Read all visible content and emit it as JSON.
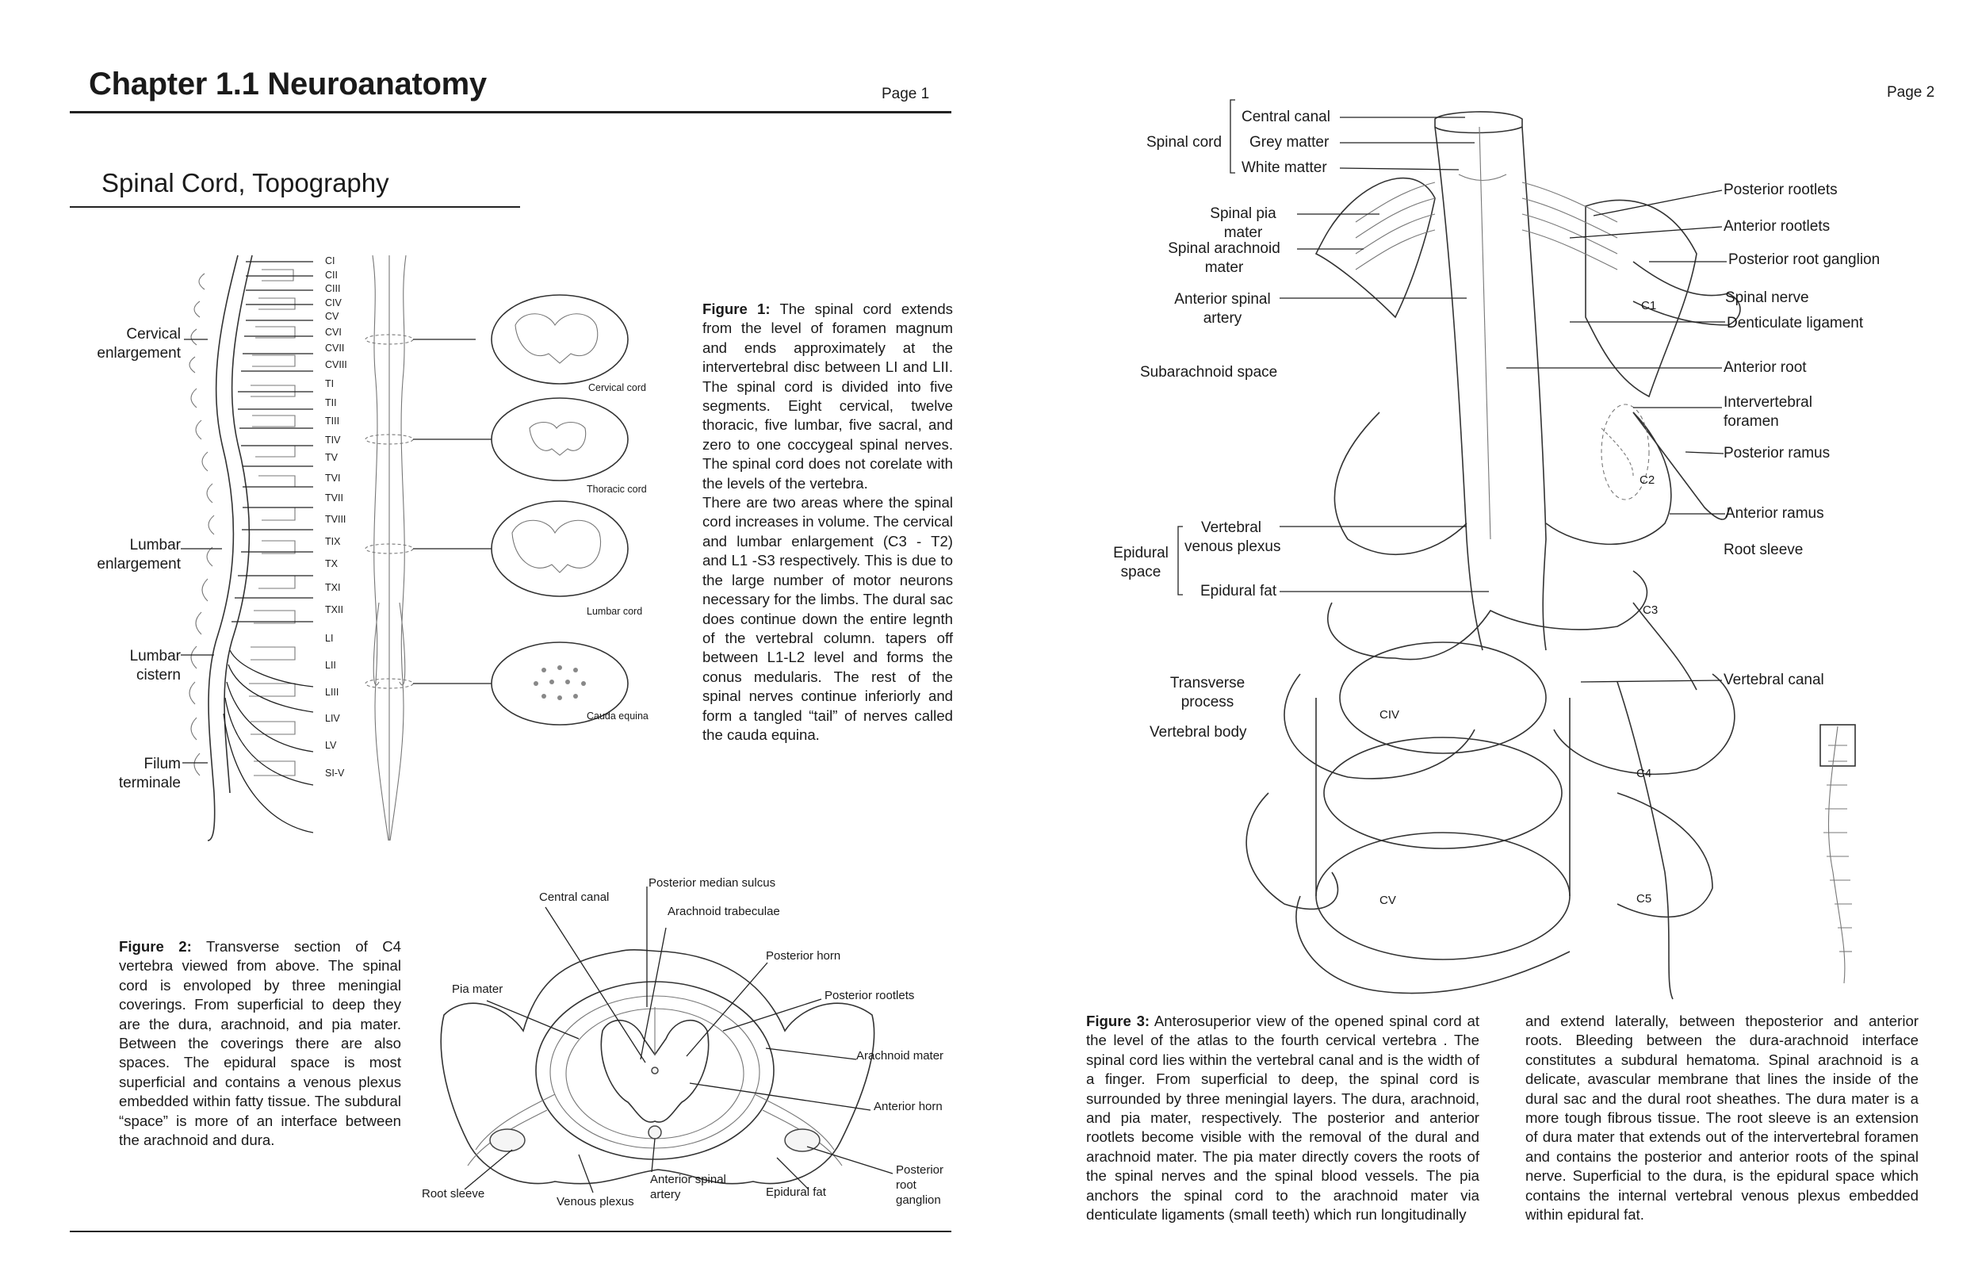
{
  "page1": {
    "chapter_title": "Chapter 1.1 Neuroanatomy",
    "page_label": "Page 1",
    "section_title": "Spinal Cord, Topography",
    "fig1": {
      "left_labels": {
        "cervical_1": "Cervical",
        "cervical_2": "enlargement",
        "lumbar_1": "Lumbar",
        "lumbar_2": "enlargement",
        "cistern_1": "Lumbar",
        "cistern_2": "cistern",
        "filum_1": "Filum",
        "filum_2": "terminale"
      },
      "segments": [
        "CI",
        "CII",
        "CIII",
        "CIV",
        "CV",
        "CVI",
        "CVII",
        "CVIII",
        "TI",
        "TII",
        "TIII",
        "TIV",
        "TV",
        "TVI",
        "TVII",
        "TVIII",
        "TIX",
        "TX",
        "TXI",
        "TXII",
        "LI",
        "LII",
        "LIII",
        "LIV",
        "LV",
        "SI-V"
      ],
      "sections": {
        "cervical": "Cervical cord",
        "thoracic": "Thoracic cord",
        "lumbar": "Lumbar cord",
        "cauda": "Cauda equina"
      },
      "caption_label": "Figure 1:",
      "caption_text": "The spinal cord extends from the level of foramen magnum and ends approximately at the intervertebral disc between LI and LII. The spinal cord is divided into five segments. Eight cervical, twelve thoracic, five lumbar, five sacral, and zero to one coccygeal spinal nerves. The spinal cord does not corelate with the levels of the vertebra.",
      "caption_text2": "There are two areas where the spinal cord increases in volume. The cervical and lumbar enlargement (C3 - T2) and L1 -S3 respectively. This is due to the large number of motor neurons necessary for the limbs. The dural sac does continue down the entire legnth of the vertebral column. tapers off between L1-L2 level and forms the conus medularis. The rest of the spinal nerves continue inferiorly and form a tangled “tail” of nerves called the cauda equina."
    },
    "fig2": {
      "caption_label": "Figure 2:",
      "caption_text": "Transverse section of C4 vertebra viewed from above. The spinal cord is envoloped by three meningial coverings. From superficial to deep they are the dura, arachnoid, and pia mater. Between the coverings there are also spaces. The epidural space is most superficial and contains a venous plexus embedded within fatty tissue. The subdural “space” is more of an interface between the arachnoid and dura.",
      "labels": {
        "central_canal": "Central canal",
        "posterior_median_sulcus": "Posterior median sulcus",
        "arachnoid_trabeculae": "Arachnoid trabeculae",
        "posterior_horn": "Posterior horn",
        "pia_mater": "Pia  mater",
        "posterior_rootlets": "Posterior rootlets",
        "arachnoid_mater": "Arachnoid mater",
        "anterior_horn": "Anterior horn",
        "posterior_root_ganglion_1": "Posterior",
        "posterior_root_ganglion_2": "root",
        "posterior_root_ganglion_3": "ganglion",
        "epidural_fat": "Epidural fat",
        "anterior_spinal_artery_1": "Anterior spinal",
        "anterior_spinal_artery_2": "artery",
        "venous_plexus": "Venous plexus",
        "root_sleeve": "Root sleeve"
      }
    }
  },
  "page2": {
    "page_label": "Page 2",
    "fig3": {
      "left_labels": {
        "spinal_cord": "Spinal cord",
        "central_canal": "Central canal",
        "grey_matter": "Grey matter",
        "white_matter": "White matter",
        "spinal_pia_1": "Spinal pia",
        "spinal_pia_2": "mater",
        "spinal_arachnoid_1": "Spinal arachnoid",
        "spinal_arachnoid_2": "mater",
        "anterior_spinal_1": "Anterior spinal",
        "anterior_spinal_2": "artery",
        "subarachnoid": "Subarachnoid space",
        "epidural_1": "Epidural",
        "epidural_2": "space",
        "vertebral_venous_1": "Vertebral",
        "vertebral_venous_2": "venous plexus",
        "epidural_fat": "Epidural fat",
        "transverse_1": "Transverse",
        "transverse_2": "process",
        "vertebral_body": "Vertebral body"
      },
      "right_labels": {
        "posterior_rootlets": "Posterior rootlets",
        "anterior_rootlets": "Anterior rootlets",
        "posterior_root_ganglion": "Posterior root ganglion",
        "spinal_nerve": "Spinal nerve",
        "denticulate": "Denticulate ligament",
        "anterior_root": "Anterior root",
        "intervertebral_1": "Intervertebral",
        "intervertebral_2": "foramen",
        "posterior_ramus": "Posterior ramus",
        "anterior_ramus": "Anterior ramus",
        "root_sleeve": "Root sleeve",
        "vertebral_canal": "Vertebral canal"
      },
      "vertebra_labels": [
        "C1",
        "C2",
        "C3",
        "CIV",
        "C4",
        "CV",
        "C5"
      ],
      "caption_label": "Figure 3:",
      "caption_col1": "Anterosuperior view of the opened spinal cord at the level of the atlas to the fourth cervical vertebra . The spinal cord lies within the vertebral canal and is the width of a finger. From superficial to deep, the spinal cord is surrounded by three meningial layers. The dura, arachnoid, and pia mater, respectively. The posterior and anterior rootlets become visible with the removal of the dural and arachnoid mater. The pia mater directly covers the roots of the spinal nerves and the spinal blood vessels. The pia anchors the spinal cord to the arachnoid mater via denticulate ligaments (small teeth) which run longitudinally",
      "caption_col2": "and extend laterally, between theposterior and anterior roots. Bleeding between the dura-arachnoid interface constitutes a subdural hematoma. Spinal arachnoid is a delicate, avascular membrane that lines the inside of the dural sac and the dural root sheathes. The dura mater is a more tough fibrous tissue. The root sleeve is an extension of dura mater that extends out of the intervertebral foramen and contains the posterior and anterior roots of the spinal nerve. Superficial to the dura, is the epidural space which contains the internal vertebral venous plexus embedded within epidural fat."
    }
  }
}
